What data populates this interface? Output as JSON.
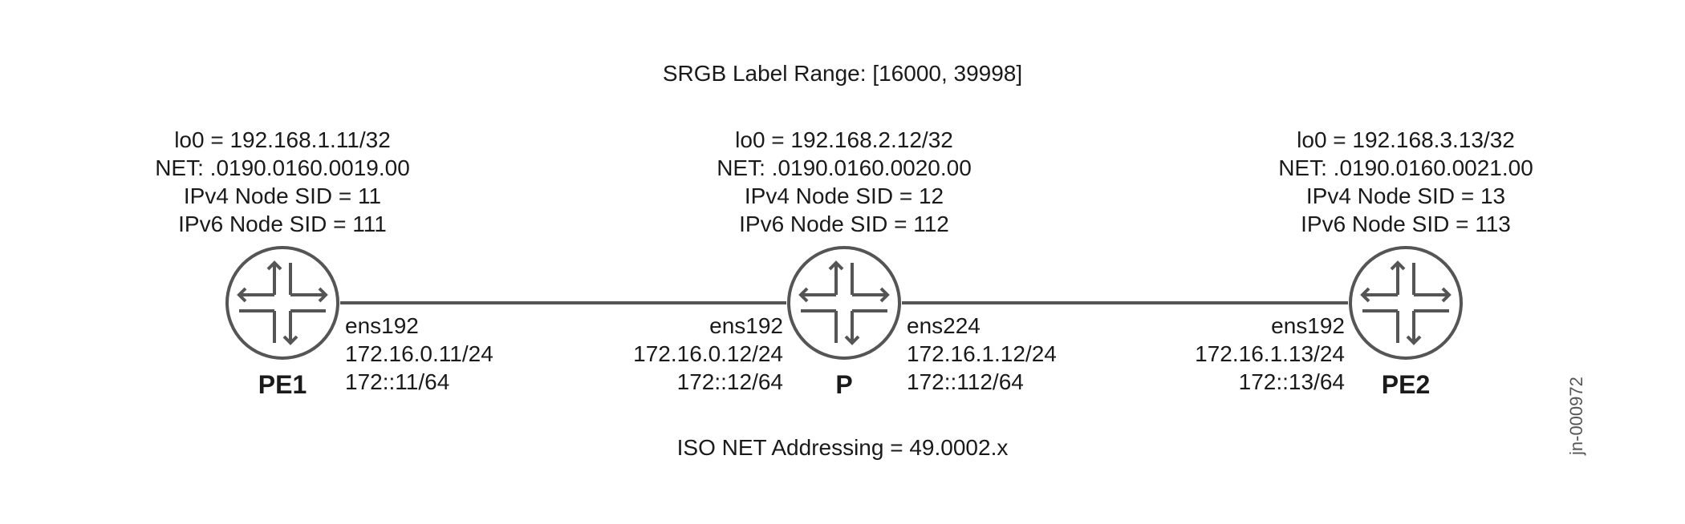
{
  "srgb_label": "SRGB Label Range: [16000, 39998]",
  "iso_label": "ISO NET Addressing = 49.0002.x",
  "footnote": "jn-000972",
  "colors": {
    "stroke": "#555555",
    "text": "#1a1a1a"
  },
  "nodes": [
    {
      "name": "PE1",
      "lo0": "lo0 = 192.168.1.11/32",
      "net": "NET: .0190.0160.0019.00",
      "ipv4_sid": "IPv4 Node SID = 11",
      "ipv6_sid": "IPv6 Node SID = 111",
      "icon": "router-icon"
    },
    {
      "name": "P",
      "lo0": "lo0 = 192.168.2.12/32",
      "net": "NET: .0190.0160.0020.00",
      "ipv4_sid": "IPv4 Node SID = 12",
      "ipv6_sid": "IPv6 Node SID = 112",
      "icon": "router-icon"
    },
    {
      "name": "PE2",
      "lo0": "lo0 = 192.168.3.13/32",
      "net": "NET: .0190.0160.0021.00",
      "ipv4_sid": "IPv4 Node SID = 13",
      "ipv6_sid": "IPv6 Node SID = 113",
      "icon": "router-icon"
    }
  ],
  "interfaces": [
    {
      "iface": "ens192",
      "ipv4": "172.16.0.11/24",
      "ipv6": "172::11/64"
    },
    {
      "iface": "ens192",
      "ipv4": "172.16.0.12/24",
      "ipv6": "172::12/64"
    },
    {
      "iface": "ens224",
      "ipv4": "172.16.1.12/24",
      "ipv6": "172::112/64"
    },
    {
      "iface": "ens192",
      "ipv4": "172.16.1.13/24",
      "ipv6": "172::13/64"
    }
  ]
}
